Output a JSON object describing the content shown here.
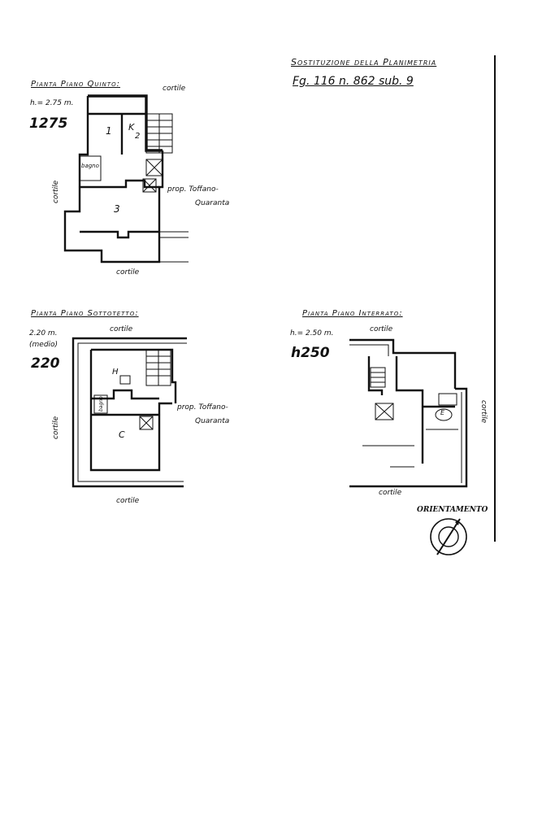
{
  "header": {
    "title": "Sostituzione della Planimetria",
    "ref": "Fg. 116 n. 862 sub. 9"
  },
  "plan_fifth": {
    "title": "Pianta Piano Quinto:",
    "height_note": "h.= 2.75 m.",
    "height_mark": "1275",
    "room_1": "1",
    "room_k": "K",
    "room_2": "2",
    "room_3": "3",
    "prop_label_1": "prop. Toffano-",
    "prop_label_2": "Quaranta",
    "cortile_top": "cortile",
    "cortile_left": "cortile",
    "cortile_bottom": "cortile",
    "bagno": "bagno"
  },
  "plan_attic": {
    "title": "Pianta Piano Sottotetto:",
    "height_note_1": "2.20 m.",
    "height_note_2": "(medio)",
    "height_mark": "220",
    "room_h": "H",
    "room_c": "C",
    "bagno": "bagno",
    "prop_label_1": "prop. Toffano-",
    "prop_label_2": "Quaranta",
    "cortile_top": "cortile",
    "cortile_left": "cortile",
    "cortile_bottom": "cortile"
  },
  "plan_basement": {
    "title": "Pianta Piano Interrato:",
    "height_note": "h.= 2.50 m.",
    "height_mark": "h250",
    "room_e": "E",
    "cortile_top": "cortile",
    "cortile_right": "cortile",
    "cortile_bottom": "cortile"
  },
  "orientation": {
    "label": "ORIENTAMENTO"
  }
}
